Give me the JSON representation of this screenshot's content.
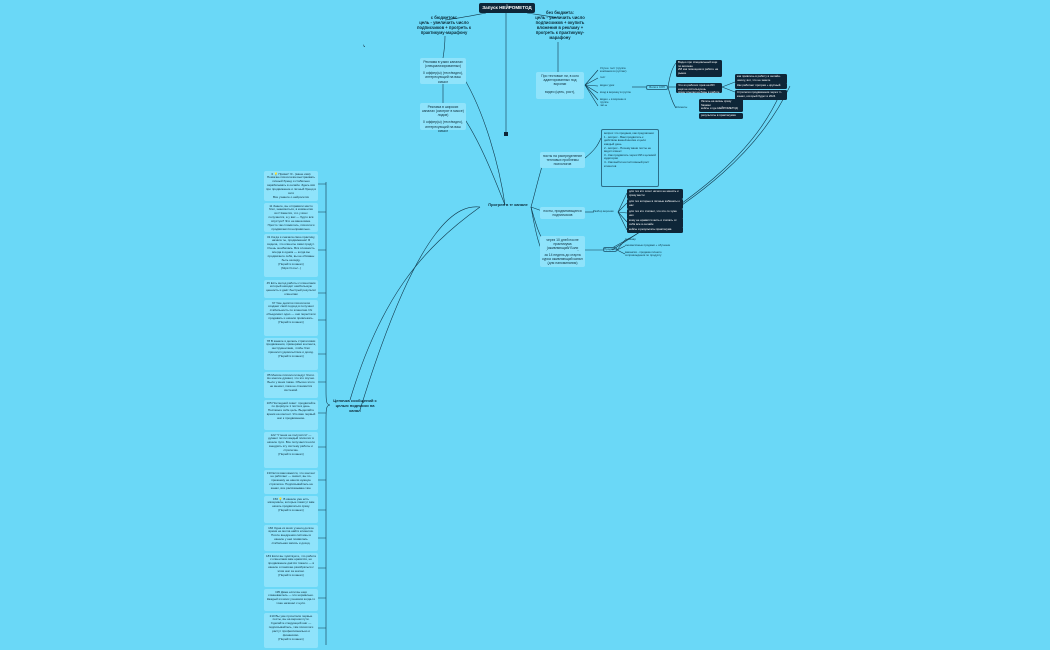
{
  "root": "Запуск НЕЙРОМЕТОД",
  "branch_left": "с бюджетом:\nцель - увеличить число подписчиков + прогреть к практикуму-марафону",
  "branch_right": "без бюджета:\nцель - увеличить число подписчиков + окупить вложения в рекламу + прогреть к практикуму-марафону",
  "ads_1": "Реклама в узких каналах (специализированных)",
  "ads_1_offer": "0 оффер(ы) (тест/видео), интересующий на ваш смысл",
  "ads_2": "Реклама в широких каналах (смотрят в массе) лидов)",
  "ads_2_offer": "0 оффер(ы) (тест/видео), интересующий на ваш смысл",
  "progrev": "Прогрев в тг канале",
  "chain_title": "Цепочка сообщений с целью подписки на канал",
  "right_center": "Про тестовые ли, в кого адаптированных под воронки",
  "right_center_sub": "видео (цель, рост),",
  "right_leaves": [
    "Улучш. тест (группа компании в группах)",
    "тест",
    "видео урок",
    "вход в воронку в группе",
    "видео + в воронке в группе",
    "чат-ы"
  ],
  "label_pain": "Боли и СЛЛ",
  "label_client": "Клиенты",
  "dark_top": [
    "Видео про специальный ищи по воронке",
    "ИИ как помощник в работе на рынке"
  ],
  "dark_mid": [
    "Что из рабочих пров на ИИ ещё не используешь",
    "сразу ссылки на базы в работе"
  ],
  "dark_right": [
    "как привлечь в работу в онлайн-школу, вот, что не знаете",
    "Как работает прогрев + крупный",
    "Стратегия продвижения через тг-канал, который будет в 2024"
  ],
  "dark_client": [
    "Увлечь на жизнь сразу базами",
    "кейсы и где НЕЙРОМЕТОД",
    "результаты в практикумах"
  ],
  "posts_box": "посты на распределение тепловых проблемы психологов",
  "posts_box_note": "вопрос что продаем, как предлагаем:\n1 - вопрос - Вам продвигать к действию вашей кнопке и цели каждый день\n2 - вопрос - Почему ваши посты не видит клиент\n3 - Как продвигать через ИИ к целевой аудитории\n4 - Как выйти на постоянный рост клиентов",
  "posts_dev": "посты, продвигающиеся подписчиков",
  "posts_dev_mid": "Разбор воронки",
  "dev_dark": [
    "для тех кто хочет ничего не менять и сразу вести",
    "для тех которые в личные кабинеты о нас",
    "для тех кто считает, что кто-то хуже них",
    "кому не нравится жить и считать от себя все в онлайн",
    "кейсы и результаты практикума"
  ],
  "posts_warm": "через 10 дней после практикума (оживляющий/ Боли (последнего канала))",
  "posts_warm_2": "за 14 недель до старта курса оживляющий канал (для напоминания)",
  "label_sales": "Продажи",
  "sales_leaves": [
    "вебинар",
    "ежемесячные продажи + обучение",
    "вакансия - продажа личного сопровождения по продукту"
  ],
  "chain_items": [
    "0   💡 Привет! Я - (ваше имя)\nПомогаю психологам выстраивать личный бренд и стабильно зарабатывать в онлайн. Здесь всё про продвижение и личный бренд в сети\nВсе узнаете о нейросетях",
    "11   Знаете, вы отправили место блог, знакомиться, в комментах вот! Кажется, что у всех получается, а у вас — будто всё впустую? Это не ваша вина. Просто так сложилось, психологи продвигаются неправильно.",
    "31   Когда я сначала свою практику, начала ты, продвижение! Я видела, что клиенты сами придут. Очень ошибалась. Вся сложность всегда в одном — когда вы продвигаете себя, вы не обязаны быть на виду.\n[Перейти в канал]\n(https://t.me/...)",
    "45   Есть метод работы с клиентами который находит наибольшую ценность и даёт быстрый результат клиентам",
    "67   Уже десятки психологов создают свой подход в получают стабильность по клиентам. Их объединяет одно — они перестали продавать и начали привлекать.\n[Перейти в канал]",
    "78   В канале я делюсь стратегиями продвижения, примерами контента, инструментами, чтобы блог приносил удовольствие и доход.\n[Перейти в канал]",
    "85   Многие психологи ведут блоги. Но многие думают, что это скучно. Было у меня также. Обычно этого не меняет, пока не становится системой.",
    "105   Последний совет: продвигайте по формуле 1 поста в день. Поставьте себе цель. Выделяйте время на контент. Это ваш первый шаг к продвижению.",
    "122   \"У меня не получится\" — думает почти каждый психолог в начале пути. Все получается если внедрять эту систему работы и стратегию.\n[Перейти в канал]",
    "133   Если вам кажется, что контент не работает — значит, вы по-прежнему не нашли нужную стратегию. Подписывайтесь на канал, все рассказываю там.",
    "150   💡 В канале уже есть материалы, которые помогут вам начать продвигаться сразу.\n[Перейти в канал]",
    "166   Одна из моих учениц долгое время не могла найти клиентов. После внедрения системы в канале у неё появилась стабильная запись и доход.",
    "183   Если вы чувствуете, что работа с клиентами вам нравится, но продвижение даётся тяжело — в канале я помогаю разобраться с этим шаг за шагом.\n[Перейти в канал]",
    "195   Даже если вы ещё сомневаетесь — это нормально. Каждый из моих учеников когда-то тоже начинал с нуля.",
    "210   Вы уже прочитали первые посты, вы на верном пути. Сделайте следующий шаг — подписывайтесь, там психологи растут профессионально и финансово.\n[Перейти в канал]"
  ]
}
